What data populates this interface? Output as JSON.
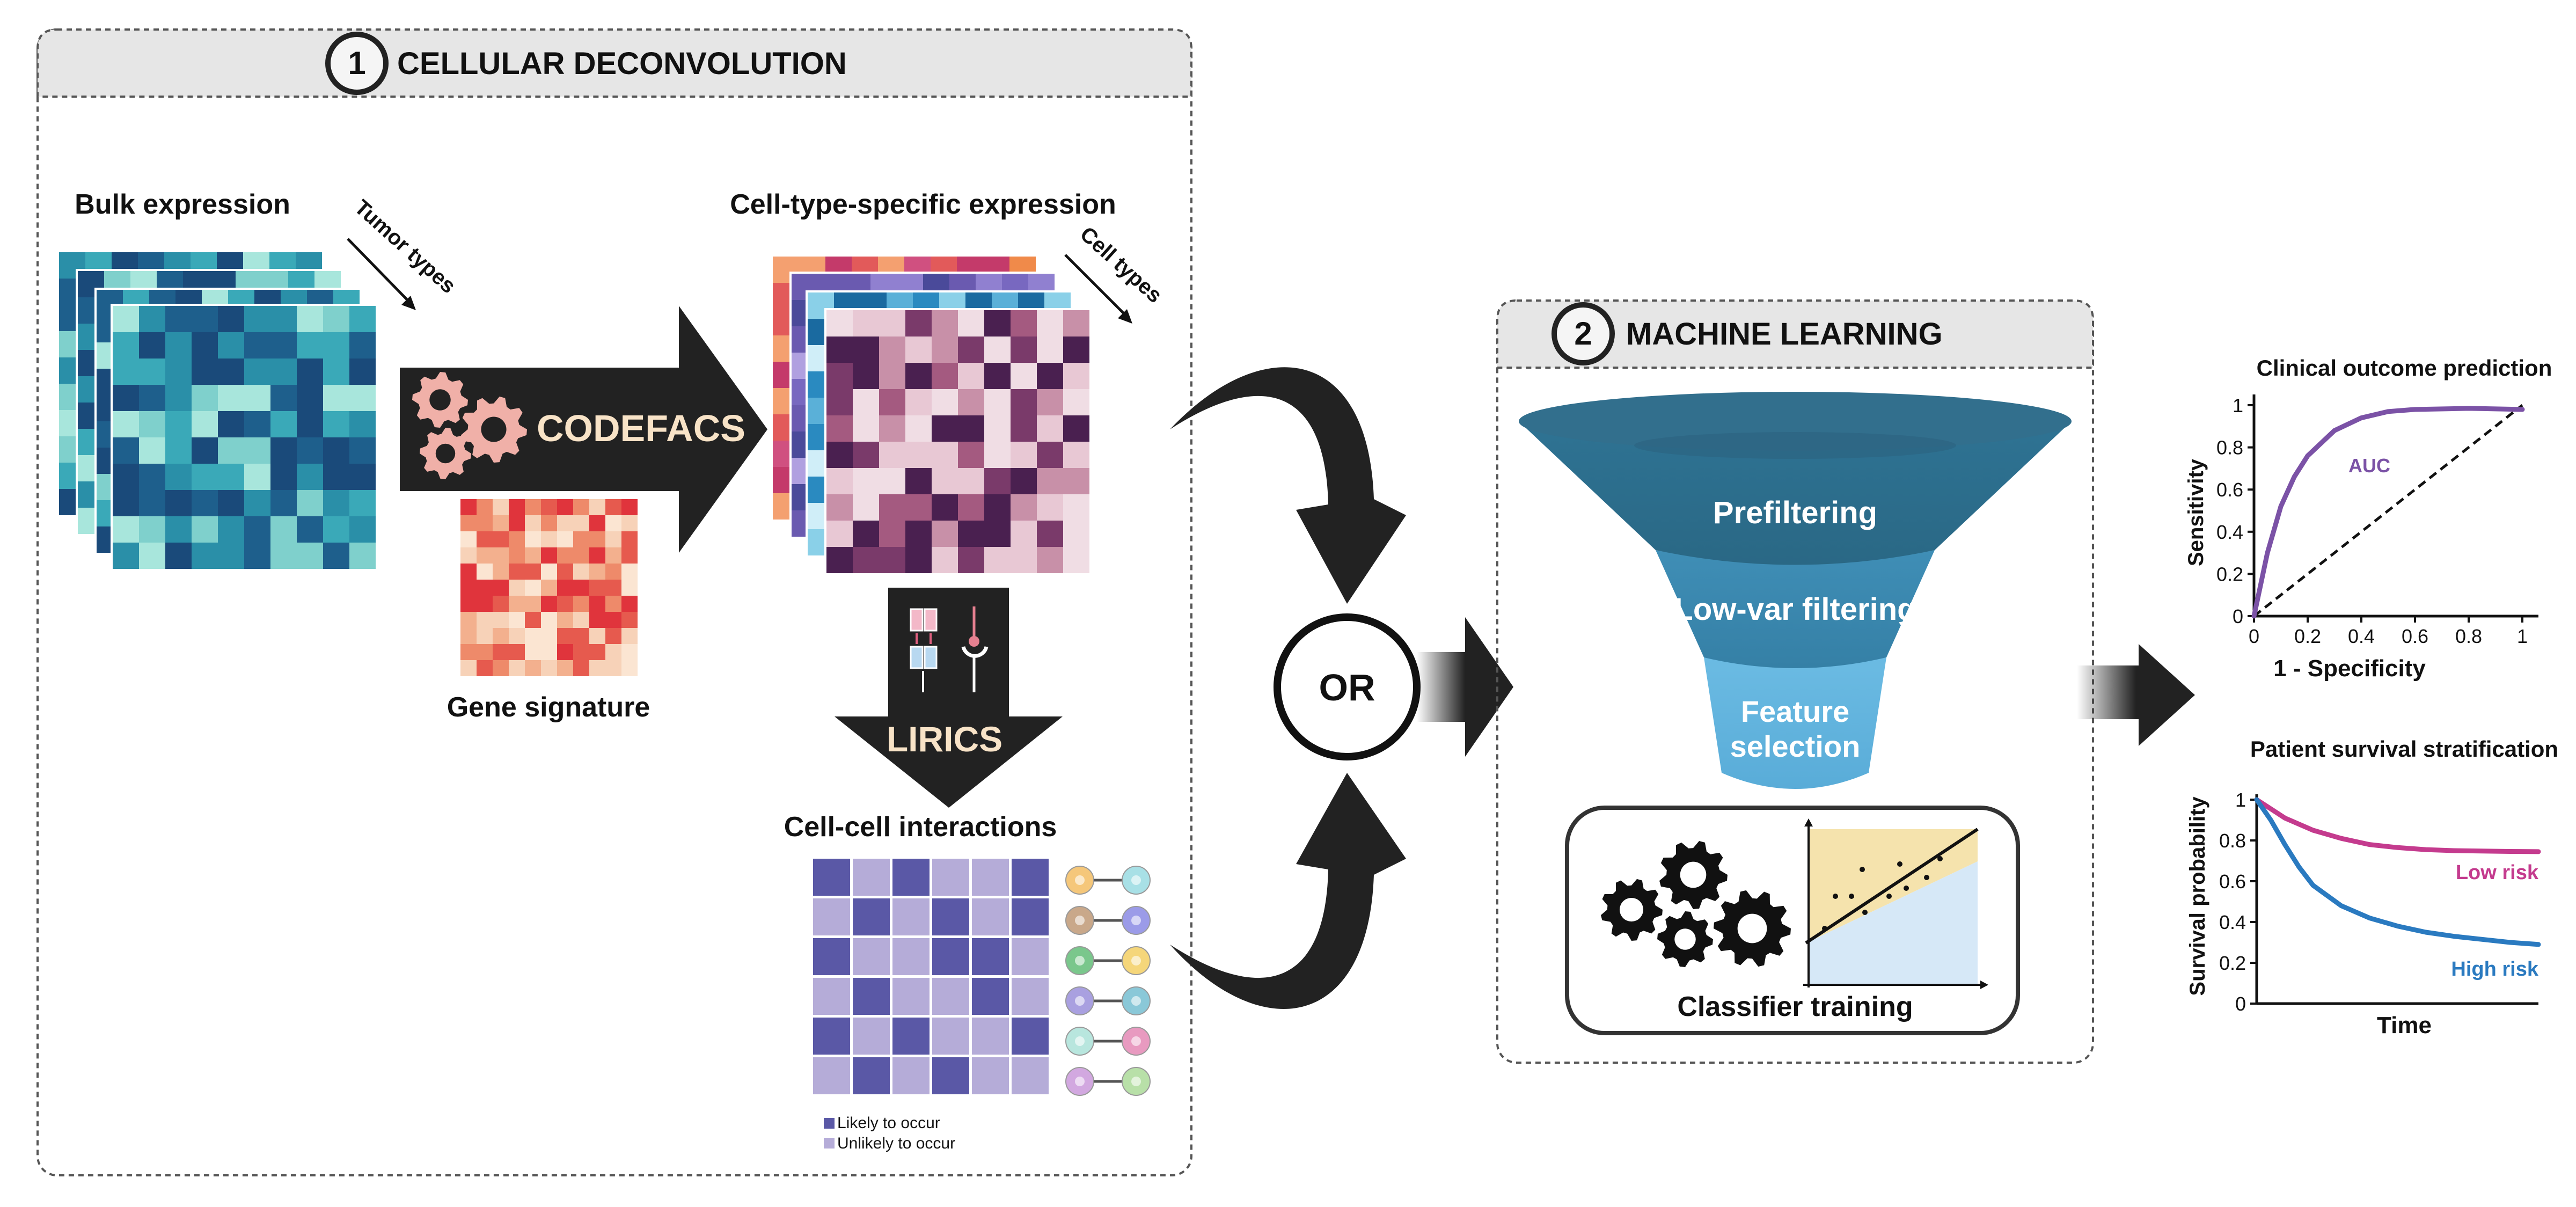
{
  "section1": {
    "number": "1",
    "title": "CELLULAR DECONVOLUTION",
    "bulk_expression": "Bulk expression",
    "tumor_types": "Tumor types",
    "cell_type_specific": "Cell-type-specific expression",
    "cell_types": "Cell types",
    "codefacs": "CODEFACS",
    "gene_signature": "Gene signature",
    "lirics": "LIRICS",
    "cell_cell": "Cell-cell interactions",
    "legend_likely": "Likely to occur",
    "legend_unlikely": "Unlikely to occur"
  },
  "or_label": "OR",
  "section2": {
    "number": "2",
    "title": "MACHINE LEARNING",
    "prefiltering": "Prefiltering",
    "lowvar": "Low-var filtering",
    "feature1": "Feature",
    "feature2": "selection",
    "classifier": "Classifier training"
  },
  "roc": {
    "title": "Clinical outcome prediction",
    "ylabel": "Sensitivity",
    "xlabel": "1 - Specificity",
    "auc": "AUC",
    "yticks": [
      "0",
      "0.2",
      "0.4",
      "0.6",
      "0.8",
      "1"
    ],
    "xticks": [
      "0",
      "0.2",
      "0.4",
      "0.6",
      "0.8",
      "1"
    ]
  },
  "survival": {
    "title": "Patient survival stratification",
    "ylabel": "Survival probability",
    "xlabel": "Time",
    "low_risk": "Low risk",
    "high_risk": "High risk",
    "yticks": [
      "0",
      "0.2",
      "0.4",
      "0.6",
      "0.8",
      "1"
    ]
  },
  "colors": {
    "teal_dark": "#1a4a7a",
    "teal_light": "#9fe0d8",
    "funnel_top": "#2d6f8f",
    "funnel_mid": "#3b87ad",
    "funnel_bottom": "#66b6df",
    "purple_roc": "#7b52a6",
    "low_risk": "#c43b8e",
    "high_risk": "#2a7ac0",
    "interaction_dark": "#5a58a6",
    "interaction_light": "#b5acd8",
    "codefacs_text": "#f8e3c7",
    "gear_pink": "#f0b0a8"
  },
  "chart_data": [
    {
      "type": "line",
      "title": "Clinical outcome prediction",
      "xlabel": "1 - Specificity",
      "ylabel": "Sensitivity",
      "xlim": [
        0,
        1
      ],
      "ylim": [
        0,
        1
      ],
      "series": [
        {
          "name": "AUC",
          "x": [
            0,
            0.05,
            0.1,
            0.15,
            0.2,
            0.3,
            0.4,
            0.5,
            0.6,
            0.8,
            1.0
          ],
          "y": [
            0,
            0.3,
            0.52,
            0.66,
            0.76,
            0.88,
            0.94,
            0.97,
            0.98,
            0.985,
            0.98
          ]
        },
        {
          "x": [
            0,
            1
          ],
          "y": [
            0,
            1
          ]
        }
      ]
    },
    {
      "type": "line",
      "title": "Patient survival stratification",
      "xlabel": "Time",
      "ylabel": "Survival probability",
      "ylim": [
        0,
        1
      ],
      "series": [
        {
          "name": "Low risk",
          "x": [
            0,
            0.1,
            0.2,
            0.3,
            0.4,
            0.5,
            0.6,
            0.7,
            0.8,
            0.9,
            1.0
          ],
          "y": [
            1,
            0.91,
            0.85,
            0.81,
            0.78,
            0.765,
            0.755,
            0.75,
            0.748,
            0.746,
            0.745
          ]
        },
        {
          "name": "High risk",
          "x": [
            0,
            0.05,
            0.1,
            0.15,
            0.2,
            0.3,
            0.4,
            0.5,
            0.6,
            0.7,
            0.8,
            0.9,
            1.0
          ],
          "y": [
            1,
            0.9,
            0.78,
            0.67,
            0.58,
            0.48,
            0.42,
            0.38,
            0.35,
            0.33,
            0.315,
            0.3,
            0.29
          ]
        }
      ]
    }
  ]
}
